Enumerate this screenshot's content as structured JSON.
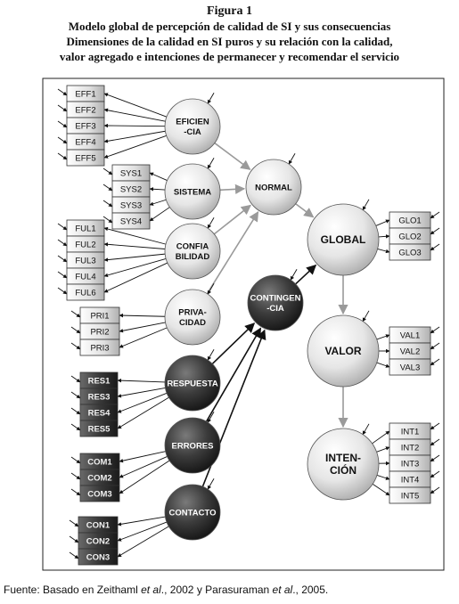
{
  "figure_label": "Figura 1",
  "title_lines": [
    "Modelo global de percepción de calidad de SI y sus consecuencias",
    "Dimensiones de la calidad en SI puros y su relación con la calidad,",
    "valor agregado e intenciones de permanecer y recomendar el servicio"
  ],
  "source": {
    "prefix": "Fuente: Basado en Zeithaml ",
    "et_al_1": "et al",
    "middle": "., 2002 y Parasuraman ",
    "et_al_2": "et al",
    "suffix": "., 2005."
  },
  "indicator_groups": [
    {
      "id": "eff",
      "shade": "light",
      "items": [
        "EFF1",
        "EFF2",
        "EFF3",
        "EFF4",
        "EFF5"
      ]
    },
    {
      "id": "sys",
      "shade": "light",
      "items": [
        "SYS1",
        "SYS2",
        "SYS3",
        "SYS4"
      ]
    },
    {
      "id": "ful",
      "shade": "light",
      "items": [
        "FUL1",
        "FUL2",
        "FUL3",
        "FUL4",
        "FUL6"
      ]
    },
    {
      "id": "pri",
      "shade": "light",
      "items": [
        "PRI1",
        "PRI2",
        "PRI3"
      ]
    },
    {
      "id": "res",
      "shade": "dark",
      "items": [
        "RES1",
        "RES3",
        "RES4",
        "RES5"
      ]
    },
    {
      "id": "err",
      "shade": "dark",
      "items": [
        "COM1",
        "COM2",
        "COM3"
      ]
    },
    {
      "id": "con",
      "shade": "dark",
      "items": [
        "CON1",
        "CON2",
        "CON3"
      ]
    },
    {
      "id": "glo",
      "shade": "light",
      "items": [
        "GLO1",
        "GLO2",
        "GLO3"
      ]
    },
    {
      "id": "val",
      "shade": "light",
      "items": [
        "VAL1",
        "VAL2",
        "VAL3"
      ]
    },
    {
      "id": "int",
      "shade": "light",
      "items": [
        "INT1",
        "INT2",
        "INT3",
        "INT4",
        "INT5"
      ]
    }
  ],
  "constructs": [
    {
      "id": "eficiencia",
      "lines": [
        "EFICIEN",
        "-CIA"
      ],
      "shade": "light"
    },
    {
      "id": "sistema",
      "lines": [
        "SISTEMA"
      ],
      "shade": "light"
    },
    {
      "id": "confiabilidad",
      "lines": [
        "CONFIA",
        "BILIDAD"
      ],
      "shade": "light"
    },
    {
      "id": "privacidad",
      "lines": [
        "PRIVA-",
        "CIDAD"
      ],
      "shade": "light"
    },
    {
      "id": "respuesta",
      "lines": [
        "RESPUESTA"
      ],
      "shade": "dark"
    },
    {
      "id": "errores",
      "lines": [
        "ERRORES"
      ],
      "shade": "dark"
    },
    {
      "id": "contacto",
      "lines": [
        "CONTACTO"
      ],
      "shade": "dark"
    },
    {
      "id": "normal",
      "lines": [
        "NORMAL"
      ],
      "shade": "light"
    },
    {
      "id": "contingencia",
      "lines": [
        "CONTINGEN",
        "-CIA"
      ],
      "shade": "dark"
    },
    {
      "id": "global",
      "lines": [
        "GLOBAL"
      ],
      "shade": "light"
    },
    {
      "id": "valor",
      "lines": [
        "VALOR"
      ],
      "shade": "light"
    },
    {
      "id": "intencion",
      "lines": [
        "INTEN-",
        "CIÓN"
      ],
      "shade": "light"
    }
  ],
  "paths": [
    {
      "from": "eficiencia",
      "to": "normal",
      "style": "gray"
    },
    {
      "from": "sistema",
      "to": "normal",
      "style": "gray"
    },
    {
      "from": "confiabilidad",
      "to": "normal",
      "style": "gray"
    },
    {
      "from": "privacidad",
      "to": "normal",
      "style": "gray"
    },
    {
      "from": "respuesta",
      "to": "contingencia",
      "style": "black"
    },
    {
      "from": "errores",
      "to": "contingencia",
      "style": "black"
    },
    {
      "from": "contacto",
      "to": "contingencia",
      "style": "black"
    },
    {
      "from": "normal",
      "to": "global",
      "style": "gray"
    },
    {
      "from": "contingencia",
      "to": "global",
      "style": "black"
    },
    {
      "from": "global",
      "to": "valor",
      "style": "gray"
    },
    {
      "from": "valor",
      "to": "intencion",
      "style": "gray"
    }
  ],
  "colors": {
    "light_box": "#e4e4e4",
    "dark_box": "#3a3a3a",
    "gray_path": "#9a9a9a",
    "black_path": "#111111"
  }
}
